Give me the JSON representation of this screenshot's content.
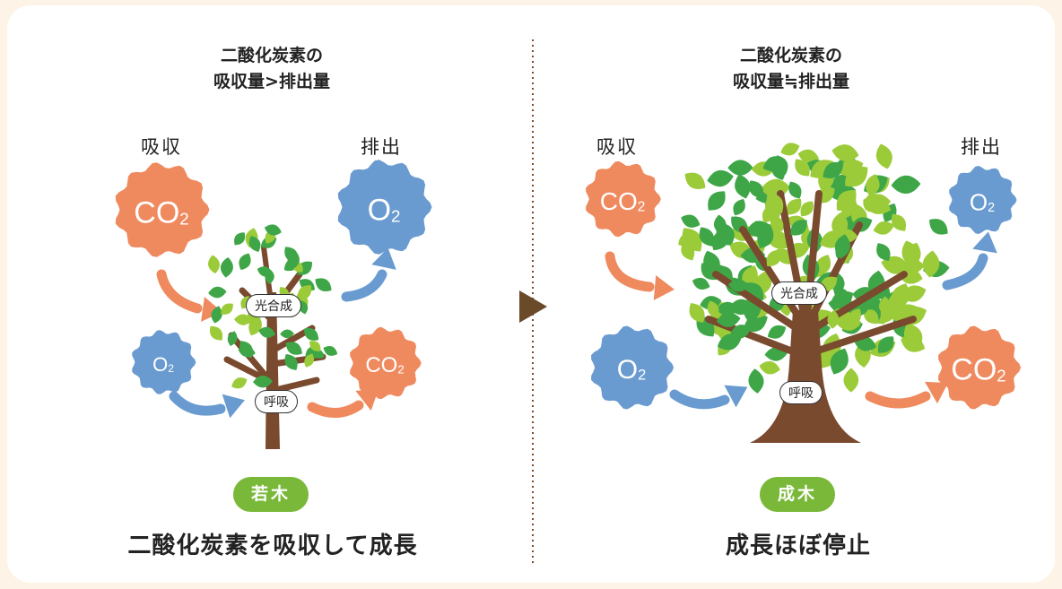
{
  "left": {
    "heading_line1": "二酸化炭素の",
    "heading_line2": "吸収量>排出量",
    "absorb_label": "吸収",
    "emit_label": "排出",
    "photosynthesis_label": "光合成",
    "respiration_label": "呼吸",
    "badge": "若木",
    "caption": "二酸化炭素を吸収して成長"
  },
  "right": {
    "heading_line1": "二酸化炭素の",
    "heading_line2": "吸収量≒排出量",
    "absorb_label": "吸収",
    "emit_label": "排出",
    "photosynthesis_label": "光合成",
    "respiration_label": "呼吸",
    "badge": "成木",
    "caption": "成長ほぼ停止"
  },
  "molecules": {
    "co2_base": "CO",
    "o2_base": "O",
    "subscript": "2"
  },
  "colors": {
    "co2": "#ef8a5f",
    "o2": "#6a9bd0",
    "trunk": "#7a4a2e",
    "leaf_light": "#9ccb3a",
    "leaf_dark": "#3fa648",
    "badge": "#7ab83a",
    "arrow_triangle": "#6b4a2a"
  }
}
